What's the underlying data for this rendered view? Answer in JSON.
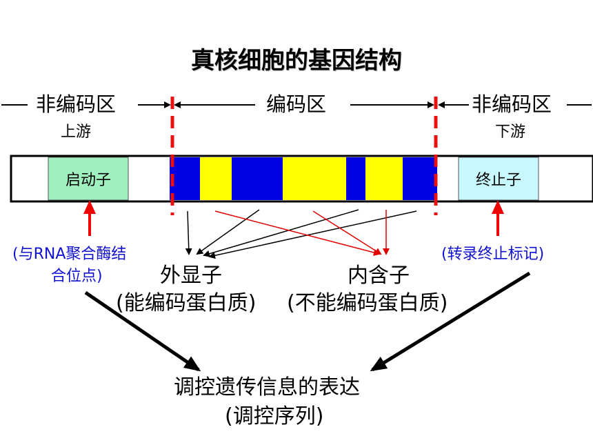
{
  "title": "真核细胞的基因结构",
  "regions": {
    "left": "非编码区",
    "middle": "编码区",
    "right": "非编码区"
  },
  "upstream": "上游",
  "downstream": "下游",
  "promoter": "启动子",
  "terminator": "终止子",
  "promoter_note_line1": "(与RNA聚合酶结",
  "promoter_note_line2": "合位点)",
  "terminator_note": "(转录终止标记)",
  "exon": "外显子",
  "exon_note": "(能编码蛋白质)",
  "intron": "内含子",
  "intron_note": "(不能编码蛋白质)",
  "conclusion": "调控遗传信息的表达",
  "conclusion_note": "(调控序列)",
  "colors": {
    "exon": "#0000e0",
    "intron": "#ffff00",
    "promoter": "#a0f0c0",
    "terminator": "#c8f8ff",
    "dashed": "#e81010",
    "note": "#1010d0"
  }
}
